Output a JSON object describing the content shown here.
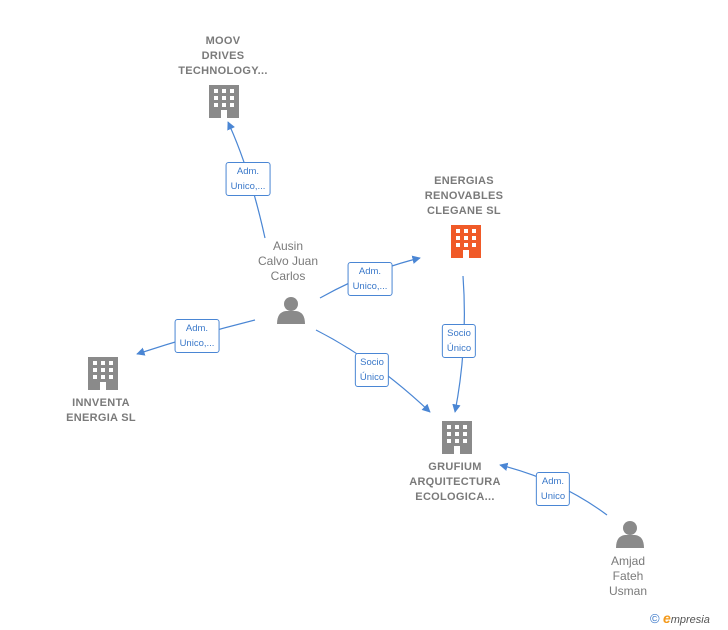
{
  "nodes": {
    "moov": {
      "label": "MOOV\nDRIVES\nTECHNOLOGY...",
      "type": "company",
      "color": "#8a8a8a"
    },
    "energias": {
      "label": "ENERGIAS\nRENOVABLES\nCLEGANE SL",
      "type": "company",
      "color": "#f05a28"
    },
    "ausin": {
      "label": "Ausin\nCalvo Juan\nCarlos",
      "type": "person",
      "color": "#8a8a8a"
    },
    "innventa": {
      "label": "INNVENTA\nENERGIA SL",
      "type": "company",
      "color": "#8a8a8a"
    },
    "grufium": {
      "label": "GRUFIUM\nARQUITECTURA\nECOLOGICA...",
      "type": "company",
      "color": "#8a8a8a"
    },
    "amjad": {
      "label": "Amjad\nFateh\nUsman",
      "type": "person",
      "color": "#8a8a8a"
    }
  },
  "relations": {
    "ausin_moov": "Adm.\nUnico,...",
    "ausin_energias": "Adm.\nUnico,...",
    "ausin_innventa": "Adm.\nUnico,...",
    "ausin_grufium": "Socio\nÚnico",
    "energias_grufium": "Socio\nÚnico",
    "amjad_grufium": "Adm.\nUnico"
  },
  "footer": {
    "copyright": "©",
    "brand_e": "e",
    "brand_rest": "mpresia"
  },
  "colors": {
    "edge": "#4a86d4",
    "highlight": "#f05a28",
    "neutral": "#8a8a8a"
  }
}
